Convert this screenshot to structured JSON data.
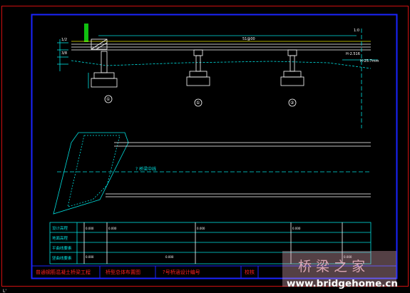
{
  "drawing": {
    "colors": {
      "background": "#000000",
      "red_frame": "#d01010",
      "blue_frame": "#1a24ff",
      "cyan": "#00e0e0",
      "white": "#ffffff",
      "yellow": "#e6e600",
      "green": "#10c010",
      "red_text": "#ff2020",
      "watermark_pink": "#f2b8c6",
      "watermark_blue": "#ffffff"
    },
    "elevation": {
      "span_label": "51@00",
      "left_labels": [
        "1/2",
        "3/8"
      ],
      "right_labels": [
        "H-2.516",
        "H-25.7mm"
      ],
      "pier_labels": [
        "①",
        "①",
        "②"
      ],
      "top_tick": "1:0"
    },
    "plan": {
      "centerline_label": "? 桥梁中线"
    },
    "profile_table": {
      "rows": [
        "设计高程",
        "地面高程",
        "平曲线要素",
        "竖曲线要素"
      ],
      "values": [
        "0.000",
        "0.000",
        "0.000",
        "0.000",
        "0.000",
        "0.000",
        "0.000"
      ]
    },
    "title_block": {
      "project": "普通钢筋混凝土桥梁工程",
      "drawing_name": "桥型总体布置图",
      "sheet_ref": "?号桥涵设计编号",
      "check_label": "校核"
    },
    "watermark": {
      "cn": "桥 梁 之 家",
      "en": "www.bridgehome.cn"
    },
    "corner_marker": "L'"
  }
}
